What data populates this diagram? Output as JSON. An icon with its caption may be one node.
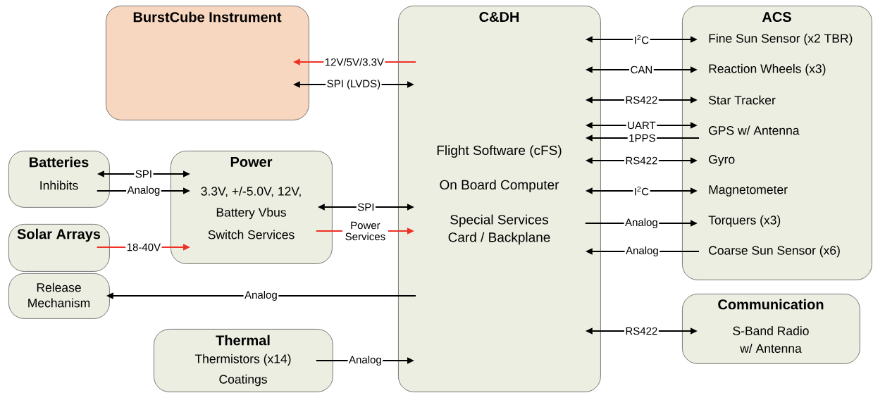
{
  "diagram": {
    "nodes": [
      {
        "text": [
          "BurstCube Instrument"
        ]
      },
      {
        "text": [
          "C&DH",
          "Flight Software (cFS)",
          "On Board Computer",
          "Special Services Card / Backplane"
        ]
      },
      {
        "text": [
          "ACS"
        ]
      },
      {
        "text": [
          "Fine Sun Sensor (x2 TBR)"
        ],
        "in": 2
      },
      {
        "text": [
          "Reaction Wheels (x3)"
        ],
        "in": 2
      },
      {
        "text": [
          "Star Tracker"
        ],
        "in": 2
      },
      {
        "text": [
          "GPS w/ Antenna"
        ],
        "in": 2
      },
      {
        "text": [
          "Gyro"
        ],
        "in": 2
      },
      {
        "text": [
          "Magnetometer"
        ],
        "in": 2
      },
      {
        "text": [
          "Torquers (x3)"
        ],
        "in": 2
      },
      {
        "text": [
          "Coarse Sun Sensor (x6)"
        ],
        "in": 2
      },
      {
        "text": [
          "Batteries",
          "Inhibits"
        ]
      },
      {
        "text": [
          "Power",
          "3.3V, +/-5.0V, 12V, Battery Vbus",
          "Switch Services"
        ]
      },
      {
        "text": [
          "Solar Arrays"
        ]
      },
      {
        "text": [
          "Release Mechanism"
        ]
      },
      {
        "text": [
          "Thermal",
          "Thermistors (x14)",
          "Coatings"
        ]
      },
      {
        "text": [
          "Communication",
          "S-Band Radio w/ Antenna"
        ]
      }
    ],
    "edges": [
      {
        "from": 1,
        "to": 0,
        "arrow": "to",
        "label": "12V/5V/3.3V",
        "color": "#ee3124"
      },
      {
        "from": 0,
        "to": 1,
        "arrow": "both",
        "label": "SPI (LVDS)"
      },
      {
        "from": 1,
        "to": 3,
        "arrow": "both",
        "label": "I$^{2}$C"
      },
      {
        "from": 1,
        "to": 4,
        "arrow": "both",
        "label": "CAN"
      },
      {
        "from": 1,
        "to": 5,
        "arrow": "both",
        "label": "RS422"
      },
      {
        "from": 1,
        "to": 6,
        "arrow": "both",
        "label": "UART"
      },
      {
        "from": 6,
        "to": 1,
        "arrow": "to",
        "label": "1PPS"
      },
      {
        "from": 1,
        "to": 7,
        "arrow": "both",
        "label": "RS422"
      },
      {
        "from": 1,
        "to": 8,
        "arrow": "both",
        "label": "I$^{2}$C"
      },
      {
        "from": 1,
        "to": 9,
        "arrow": "to",
        "label": "Analog"
      },
      {
        "from": 10,
        "to": 1,
        "arrow": "to",
        "label": "Analog"
      },
      {
        "from": 11,
        "to": 12,
        "arrow": "both",
        "label": "SPI"
      },
      {
        "from": 11,
        "to": 12,
        "arrow": "to",
        "label": "Analog"
      },
      {
        "from": 13,
        "to": 12,
        "arrow": "to",
        "label": "18-40V",
        "color": "#ee3124"
      },
      {
        "from": 12,
        "to": 1,
        "arrow": "both",
        "label": "SPI"
      },
      {
        "from": 12,
        "to": 1,
        "arrow": "to",
        "label": "Power Services",
        "color": "#ee3124"
      },
      {
        "from": 1,
        "to": 14,
        "arrow": "to",
        "label": "Analog"
      },
      {
        "from": 15,
        "to": 1,
        "arrow": "to",
        "label": "Analog"
      },
      {
        "from": 1,
        "to": 16,
        "arrow": "both",
        "label": "RS422"
      }
    ]
  }
}
